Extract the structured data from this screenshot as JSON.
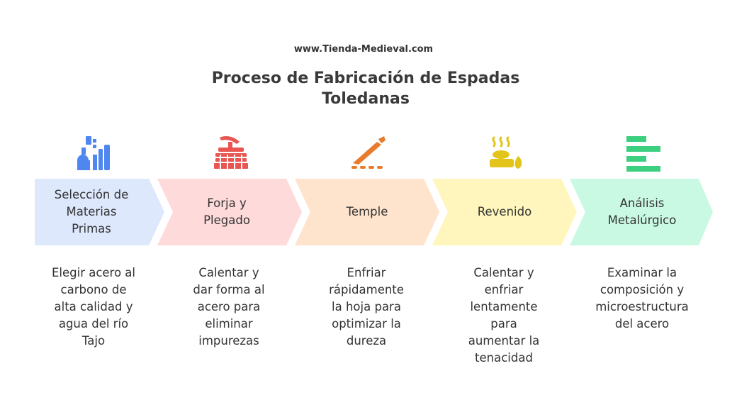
{
  "header": {
    "website": "www.Tienda-Medieval.com",
    "title": "Proceso de Fabricación de Espadas\nToledanas"
  },
  "steps": [
    {
      "label": "Selección de\nMaterias\nPrimas",
      "description": "Elegir acero al\ncarbono de\nalta calidad y\nagua del río\nTajo",
      "icon": "factory-icon",
      "fill": "#dde8fd",
      "icon_color": "#4f86ef"
    },
    {
      "label": "Forja y\nPlegado",
      "description": "Calentar y\ndar forma al\nacero para\neliminar\nimpurezas",
      "icon": "forge-furnace-icon",
      "fill": "#fedadb",
      "icon_color": "#e85552"
    },
    {
      "label": "Temple",
      "description": "Enfriar\nrápidamente\nla hoja para\noptimizar la\ndureza",
      "icon": "quenching-blade-icon",
      "fill": "#fee3cd",
      "icon_color": "#e87b2c"
    },
    {
      "label": "Revenido",
      "description": "Calentar y\nenfriar\nlentamente\npara\naumentar la\ntenacidad",
      "icon": "heating-steam-icon",
      "fill": "#fef6bc",
      "icon_color": "#e2c518"
    },
    {
      "label": "Análisis\nMetalúrgico",
      "description": "Examinar la\ncomposición y\nmicroestructura\ndel acero",
      "icon": "analysis-bars-icon",
      "fill": "#c9f9e3",
      "icon_color": "#3ccf7f"
    }
  ]
}
